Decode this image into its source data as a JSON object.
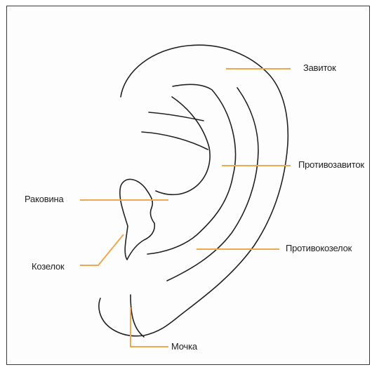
{
  "labels": {
    "helix": "Завиток",
    "antihelix": "Противозавиток",
    "concha": "Раковина",
    "tragus": "Козелок",
    "antitragus": "Противокозелок",
    "lobe": "Мочка"
  },
  "colors": {
    "leader": "#f0a850",
    "outline": "#222222",
    "frame": "#3a3a3a",
    "text": "#1f1f1f"
  }
}
